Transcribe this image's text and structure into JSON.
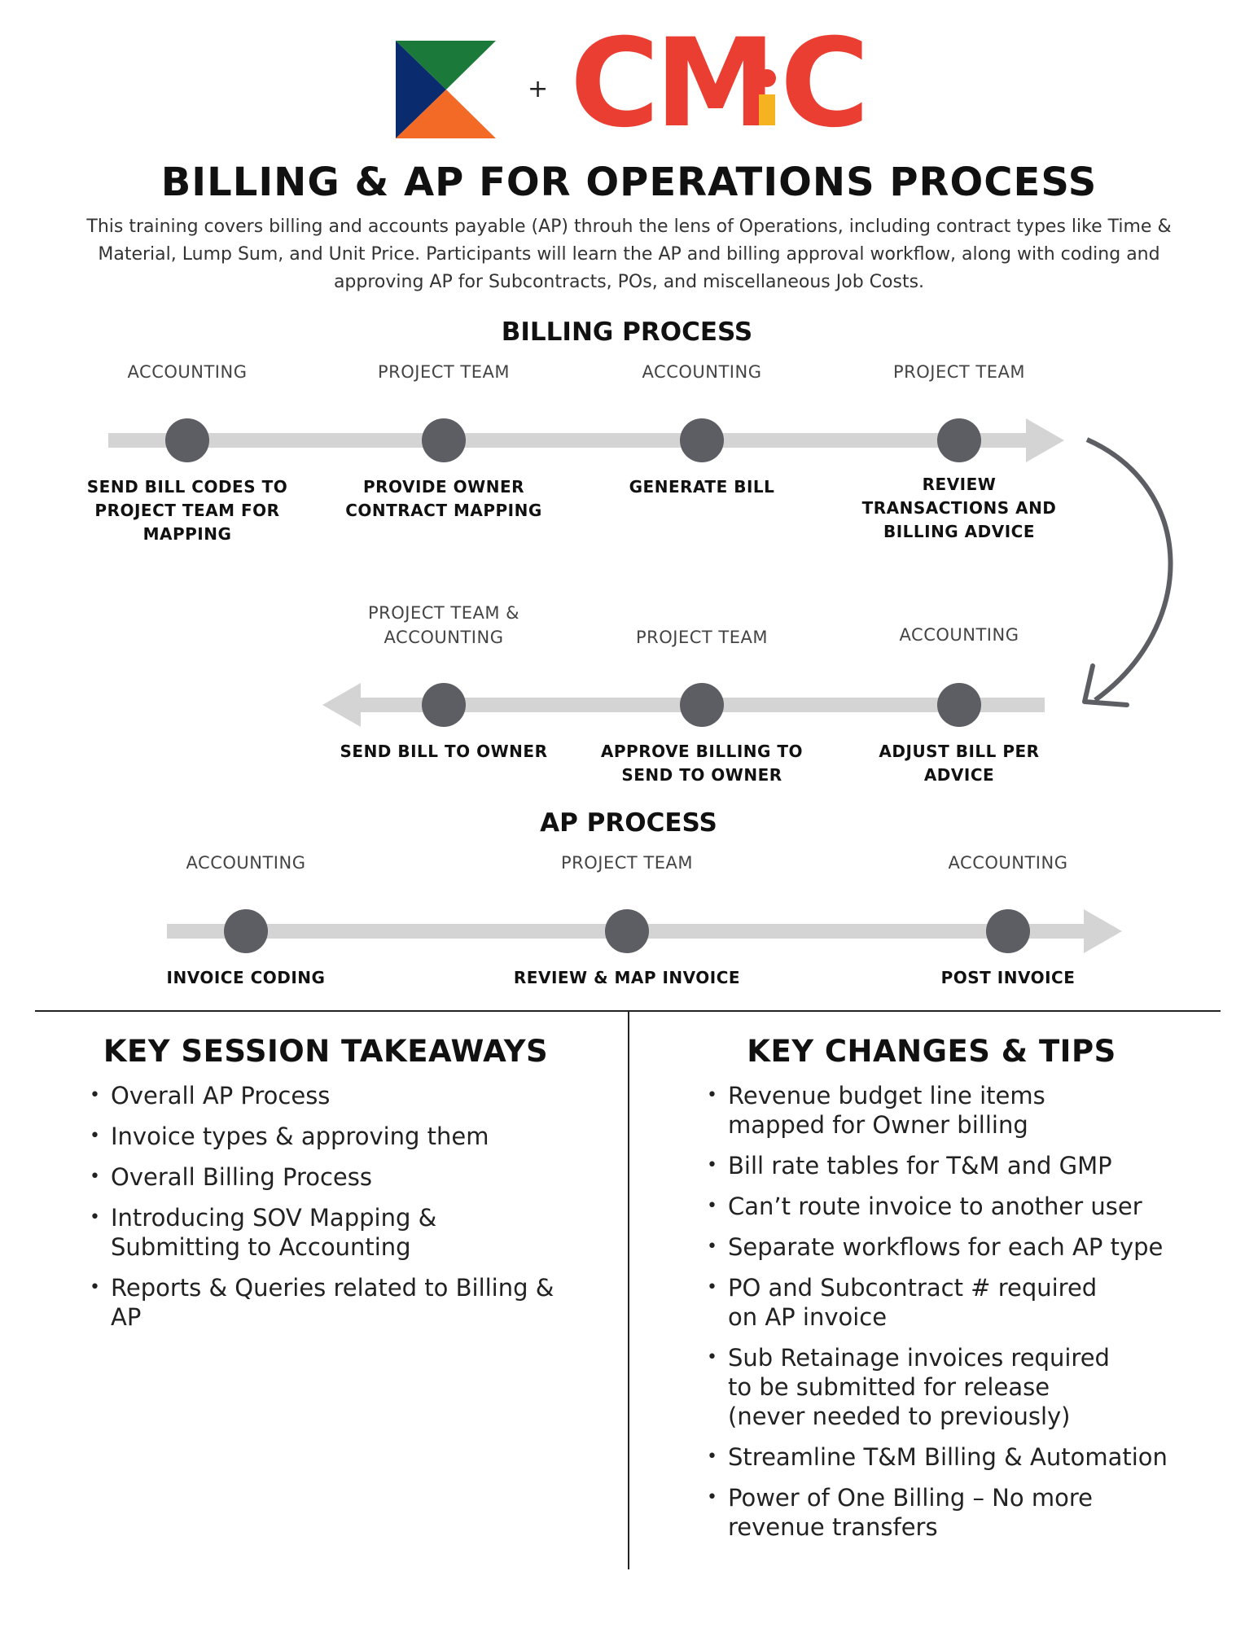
{
  "header": {
    "logo_left_name": "k-logo",
    "plus": "+",
    "logo_right_text": "CMiC",
    "title": "BILLING & AP FOR OPERATIONS PROCESS",
    "intro": "This training covers billing and accounts payable (AP) throuh the lens of Operations, including contract types like Time & Material, Lump Sum, and Unit Price. Participants will learn the AP and billing approval workflow, along with coding and approving AP for Subcontracts, POs, and miscellaneous Job Costs."
  },
  "colors": {
    "green": "#1b7a3a",
    "navy": "#0b2b6f",
    "orange": "#f26a25",
    "cmic_red": "#ea3e33",
    "cmic_yellow": "#f5b321",
    "track_gray": "#d4d4d4",
    "node_gray": "#5c5e63"
  },
  "billing": {
    "title": "BILLING PROCESS",
    "row1": [
      {
        "role": "ACCOUNTING",
        "step": "SEND BILL CODES TO PROJECT TEAM FOR MAPPING"
      },
      {
        "role": "PROJECT TEAM",
        "step": "PROVIDE OWNER CONTRACT MAPPING"
      },
      {
        "role": "ACCOUNTING",
        "step": "GENERATE BILL"
      },
      {
        "role": "PROJECT TEAM",
        "step": "REVIEW TRANSACTIONS AND BILLING ADVICE"
      }
    ],
    "row2": [
      {
        "role": "PROJECT TEAM & ACCOUNTING",
        "step": "SEND BILL TO OWNER"
      },
      {
        "role": "PROJECT TEAM",
        "step": "APPROVE BILLING TO SEND TO OWNER"
      },
      {
        "role": "ACCOUNTING",
        "step": "ADJUST BILL PER ADVICE"
      }
    ]
  },
  "ap": {
    "title": "AP PROCESS",
    "steps": [
      {
        "role": "ACCOUNTING",
        "step": "INVOICE CODING"
      },
      {
        "role": "PROJECT TEAM",
        "step": "REVIEW & MAP INVOICE"
      },
      {
        "role": "ACCOUNTING",
        "step": "POST INVOICE"
      }
    ]
  },
  "takeaways": {
    "title": "KEY SESSION TAKEAWAYS",
    "items": [
      "Overall AP Process",
      "Invoice types & approving them",
      "Overall Billing Process",
      "Introducing SOV Mapping & Submitting to Accounting",
      "Reports & Queries related to Billing & AP"
    ]
  },
  "tips": {
    "title": "KEY CHANGES & TIPS",
    "items": [
      "Revenue budget line items mapped for Owner billing",
      "Bill rate tables for T&M and GMP",
      "Can’t route invoice to another user",
      "Separate workflows for each AP type",
      "PO and Subcontract # required on AP invoice",
      "Sub Retainage invoices required to be submitted for release (never needed to previously)",
      "Streamline T&M Billing & Automation",
      "Power of One Billing – No more revenue transfers"
    ]
  }
}
